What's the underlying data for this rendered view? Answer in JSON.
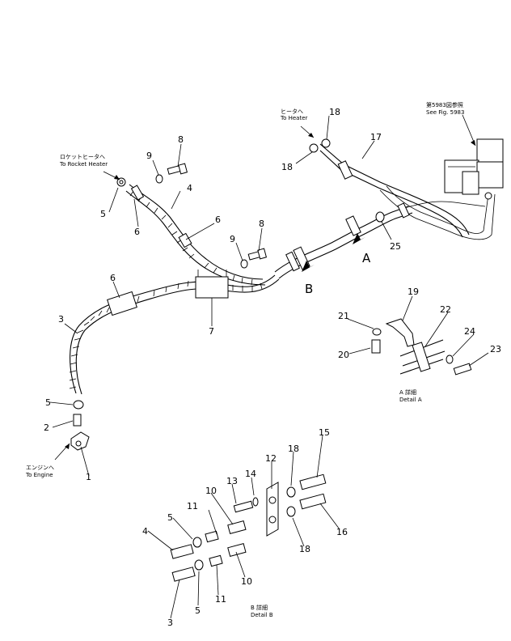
{
  "callouts": {
    "1": "1",
    "2": "2",
    "3": "3",
    "4": "4",
    "5": "5",
    "6": "6",
    "7": "7",
    "8": "8",
    "9": "9",
    "10": "10",
    "11": "11",
    "12": "12",
    "13": "13",
    "14": "14",
    "15": "15",
    "16": "16",
    "17": "17",
    "18": "18",
    "19": "19",
    "20": "20",
    "21": "21",
    "22": "22",
    "23": "23",
    "24": "24",
    "25": "25"
  },
  "annotations": {
    "to_heater_jp": "ヒータへ",
    "to_heater_en": "To Heater",
    "see_fig_jp": "第5983図参照",
    "see_fig_en": "See Fig. 5983",
    "to_rocket_heater_jp": "ロケットヒータへ",
    "to_rocket_heater_en": "To Rocket Heater",
    "to_engine_jp": "エンジンへ",
    "to_engine_en": "To Engine",
    "view_a": "A",
    "view_b": "B",
    "detail_a_jp": "A 詳細",
    "detail_a_en": "Detail A",
    "detail_b_jp": "B 詳細",
    "detail_b_en": "Detail B"
  }
}
